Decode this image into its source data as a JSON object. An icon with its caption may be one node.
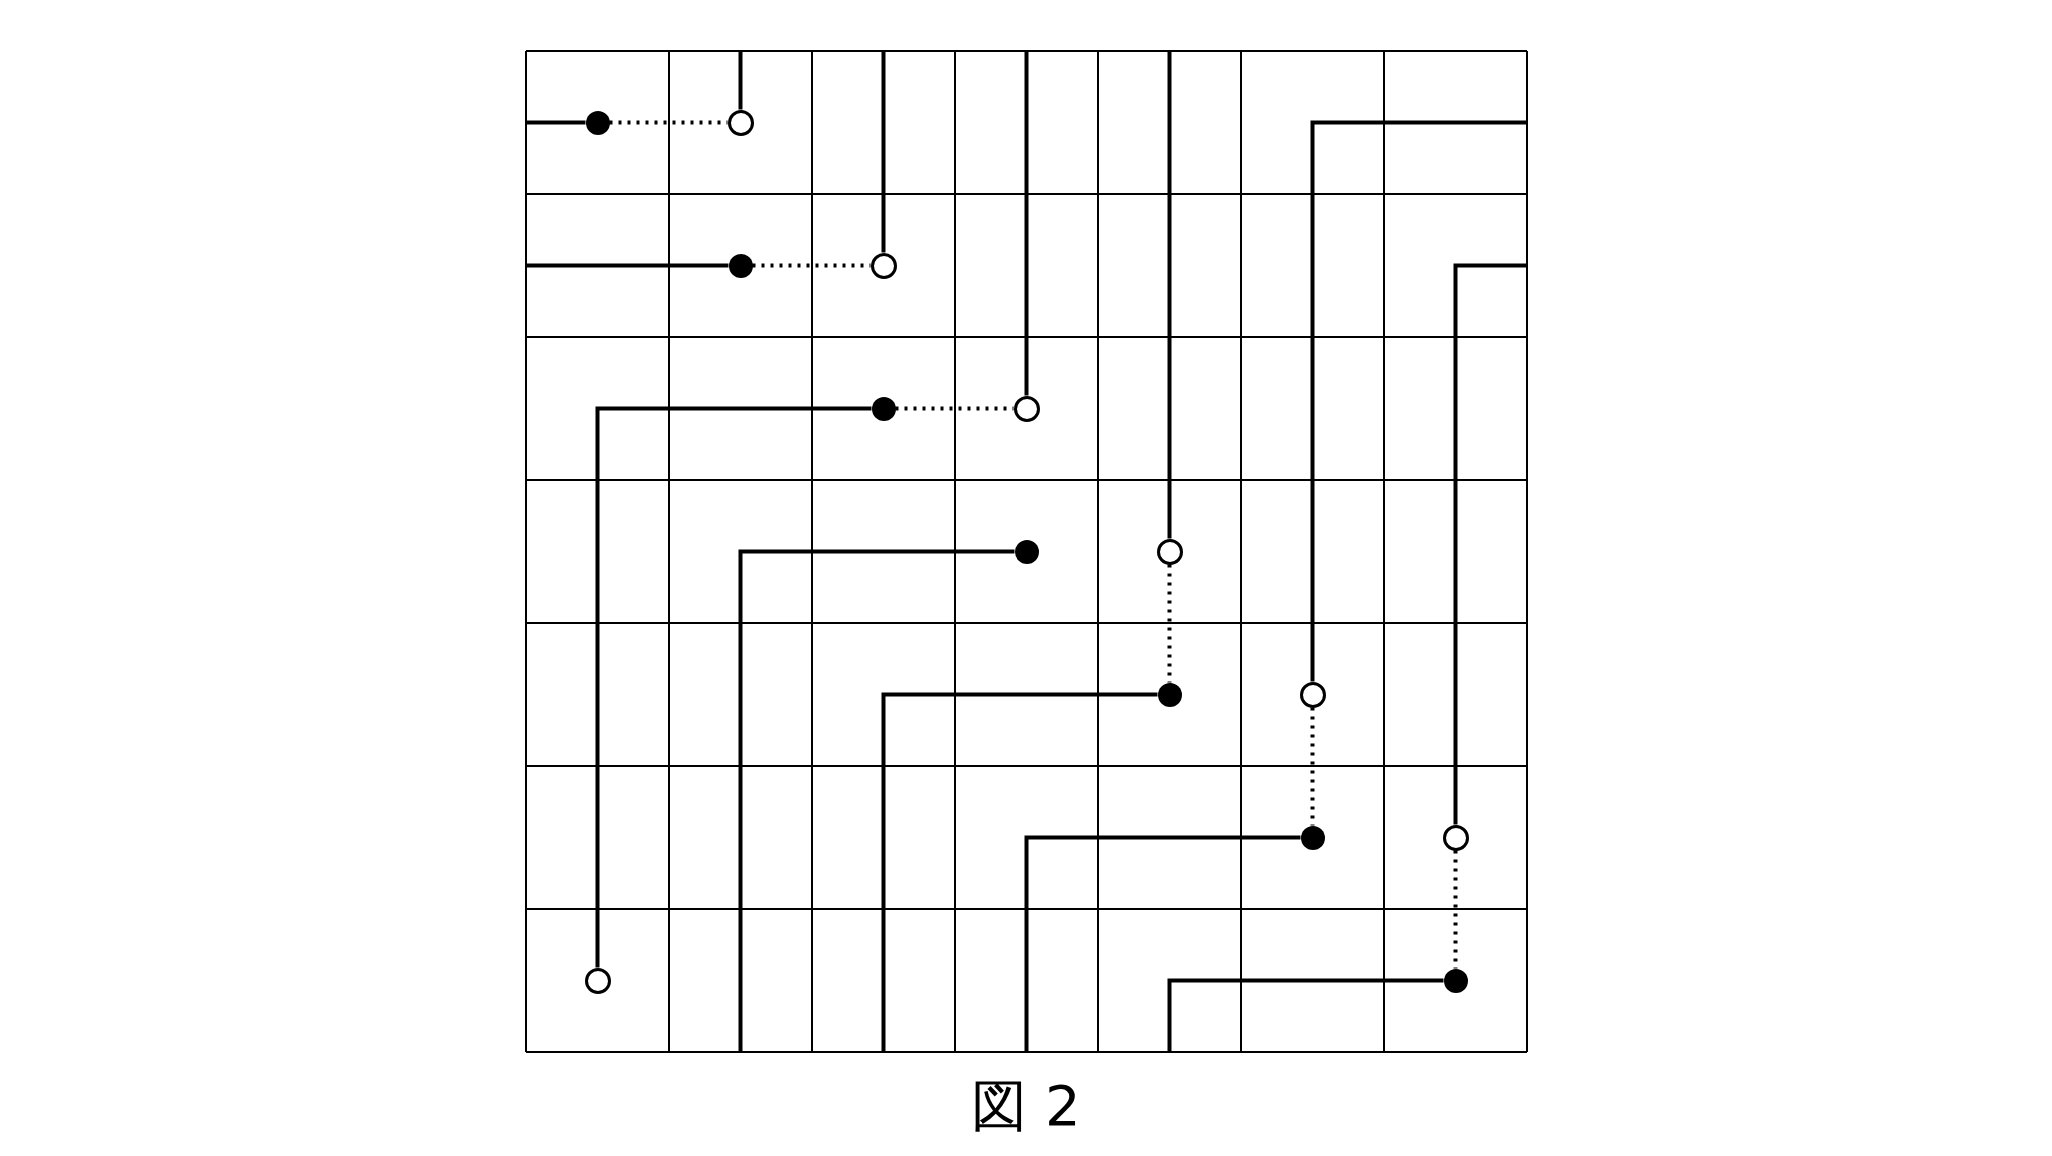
{
  "diagram": {
    "caption": "図 2",
    "nodes": [
      {
        "text": [],
        "shape": "dot"
      },
      {
        "text": [],
        "shape": "circle"
      },
      {
        "text": [],
        "shape": "dot"
      },
      {
        "text": [],
        "shape": "circle"
      },
      {
        "text": [],
        "shape": "dot"
      },
      {
        "text": [],
        "shape": "circle"
      },
      {
        "text": [],
        "shape": "dot"
      },
      {
        "text": [],
        "shape": "circle"
      },
      {
        "text": [],
        "shape": "dot"
      },
      {
        "text": [],
        "shape": "circle"
      },
      {
        "text": [],
        "shape": "dot"
      },
      {
        "text": [],
        "shape": "circle"
      },
      {
        "text": [],
        "shape": "circle"
      },
      {
        "text": [],
        "shape": "dot"
      }
    ],
    "edges": [
      {
        "from": null,
        "to": 0,
        "arrow": "none"
      },
      {
        "from": 0,
        "to": 1,
        "arrow": "none",
        "style": "dashed"
      },
      {
        "from": 1,
        "to": null,
        "arrow": "none"
      },
      {
        "from": null,
        "to": 2,
        "arrow": "none"
      },
      {
        "from": 2,
        "to": 3,
        "arrow": "none",
        "style": "dashed"
      },
      {
        "from": 3,
        "to": null,
        "arrow": "none"
      },
      {
        "from": 12,
        "to": 4,
        "arrow": "none"
      },
      {
        "from": 4,
        "to": 5,
        "arrow": "none",
        "style": "dashed"
      },
      {
        "from": 5,
        "to": null,
        "arrow": "none"
      },
      {
        "from": null,
        "to": 6,
        "arrow": "none"
      },
      {
        "from": 7,
        "to": null,
        "arrow": "none"
      },
      {
        "from": 7,
        "to": 8,
        "arrow": "none",
        "style": "dashed"
      },
      {
        "from": null,
        "to": 8,
        "arrow": "none"
      },
      {
        "from": 9,
        "to": null,
        "arrow": "none"
      },
      {
        "from": 9,
        "to": 10,
        "arrow": "none",
        "style": "dashed"
      },
      {
        "from": null,
        "to": 10,
        "arrow": "none"
      },
      {
        "from": 11,
        "to": null,
        "arrow": "none"
      },
      {
        "from": 11,
        "to": 13,
        "arrow": "none",
        "style": "dashed"
      },
      {
        "from": null,
        "to": 13,
        "arrow": "none"
      }
    ]
  }
}
